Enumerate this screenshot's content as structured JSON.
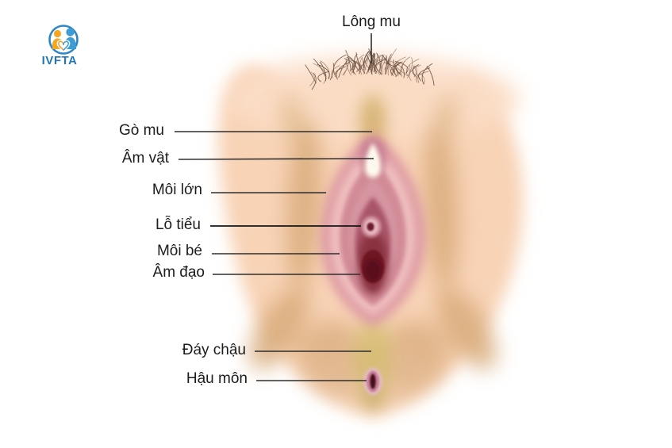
{
  "logo": {
    "text": "IVFTA"
  },
  "diagram": {
    "top_label": {
      "id": "long-mu",
      "text": "Lông mu"
    },
    "labels": [
      {
        "id": "go-mu",
        "text": "Gò mu"
      },
      {
        "id": "am-vat",
        "text": "Âm vật"
      },
      {
        "id": "moi-lon",
        "text": "Môi lớn"
      },
      {
        "id": "lo-tieu",
        "text": "Lỗ tiểu"
      },
      {
        "id": "moi-be",
        "text": "Môi bé"
      },
      {
        "id": "am-dao",
        "text": "Âm đạo"
      },
      {
        "id": "day-chau",
        "text": "Đáy chậu"
      },
      {
        "id": "hau-mon",
        "text": "Hậu môn"
      }
    ]
  },
  "colors": {
    "background": "#ffffff",
    "skin": "#f8d3b6",
    "skin_light": "#fbddc6",
    "skin_shadow": "#d8ab7a",
    "mons_olive": "#d0ad66",
    "labia_outer_pink": "#db96a1",
    "labia_light_pink": "#f0bfc0",
    "labia_inner_pink": "#d18b97",
    "vestibule_pink": "#d595a1",
    "vestibule_deep": "#a95467",
    "opening_dark_red": "#6e1424",
    "clitoris_highlight": "#fdf4e6",
    "pubic_hair": "#5a4134",
    "label_text": "#1c1c1c",
    "label_line": "#2f2f2f",
    "brand_blue": "#2277b6",
    "brand_orange": "#f5a623"
  }
}
